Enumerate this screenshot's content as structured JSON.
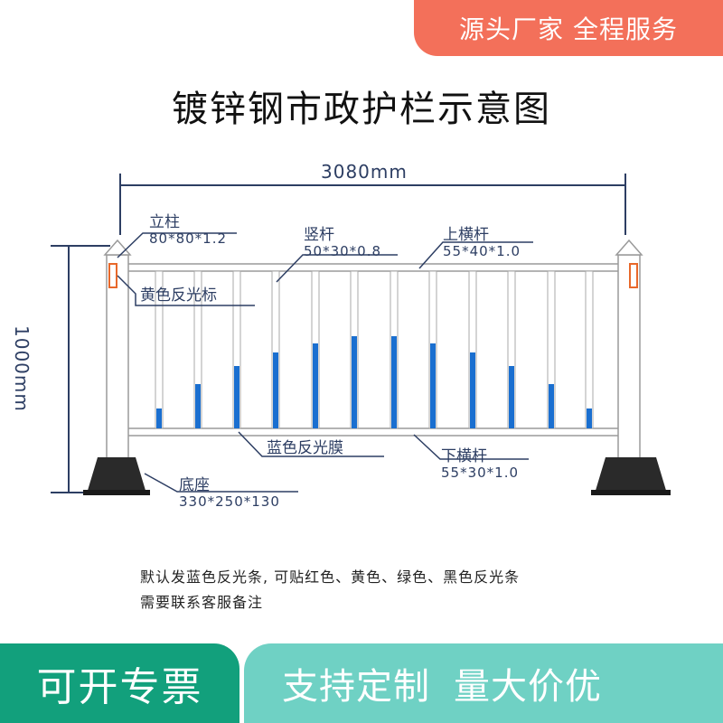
{
  "banner": {
    "text": "源头厂家 全程服务"
  },
  "title": "镀锌钢市政护栏示意图",
  "dimensions": {
    "width": "3080mm",
    "height": "1000mm"
  },
  "labels": {
    "post": {
      "name": "立柱",
      "spec": "80*80*1.2"
    },
    "reflector_yellow": {
      "name": "黄色反光标"
    },
    "picket": {
      "name": "竖杆",
      "spec": "50*30*0.8"
    },
    "top_rail": {
      "name": "上横杆",
      "spec": "55*40*1.0"
    },
    "blue_film": {
      "name": "蓝色反光膜"
    },
    "bottom_rail": {
      "name": "下横杆",
      "spec": "55*30*1.0"
    },
    "base": {
      "name": "底座",
      "spec": "330*250*130"
    }
  },
  "notes": {
    "line1": "默认发蓝色反光条, 可贴红色、黄色、绿色、黑色反光条",
    "line2": "需要联系客服备注"
  },
  "bottom": {
    "left": "可开专票",
    "right1": "支持定制",
    "right2": "量大价优"
  },
  "colors": {
    "banner": "#f3705a",
    "bottom_left": "#12a07c",
    "bottom_right": "#6fd1c4",
    "reflective_blue": "#1a6fd0",
    "dimension_lines": "#2d3e63"
  }
}
